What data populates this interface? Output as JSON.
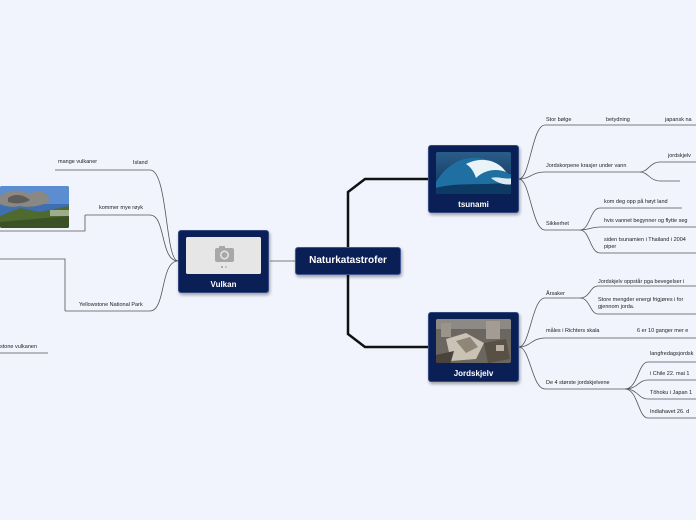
{
  "center": {
    "label": "Naturkatastrofer"
  },
  "colors": {
    "node_bg": "#0b1f57",
    "background": "#f1f4fd",
    "line": "#444444"
  },
  "vulkan": {
    "title": "Vulkan",
    "image": "camera-placeholder-icon",
    "children": {
      "island": "Island",
      "mange_vulkaner": "mange vulkaner",
      "kommer_mye_royk": "kommer mye røyk",
      "yellowstone_park": "Yellowstone National Park",
      "yellowstone_vulkanen": "stone vulkanen"
    }
  },
  "tsunami": {
    "title": "tsunami",
    "image": "ocean-wave-photo",
    "children": {
      "stor_bolge": "Stor bølge",
      "betydning": "betydning",
      "japansk": "japansk na",
      "jordskorpene": "Jordskorpene krasjer under vann",
      "jordskjelv_sub": "jordskjelv",
      "sikkerhet": "Sikkerhet",
      "kom_deg_opp": "kom deg opp på høyt land",
      "hvis_vannet": "hvis vannet begynner og flytte seg",
      "siden_tsunamien": "siden tsunamien i Thailand i 2004 piper"
    }
  },
  "jordskjelv": {
    "title": "Jordskjelv",
    "image": "earthquake-rubble-photo",
    "children": {
      "arsaker": "Årsaker",
      "bevegelser": "Jordskjelv oppstår pga bevegelser i",
      "energi": "Store mengder energi frigjøres i for gjennom jorda.",
      "males": "måles i Richters skala",
      "ganger": "6 er 10 ganger mer e",
      "storste": "De 4 største jordskjelvene",
      "langfredag": "langfredagsjordsk",
      "chile": "i Chile 22. mai 1",
      "tohoku": "Tōhoku i Japan 1",
      "indiahavet": "Indiahavet 26. d"
    }
  }
}
